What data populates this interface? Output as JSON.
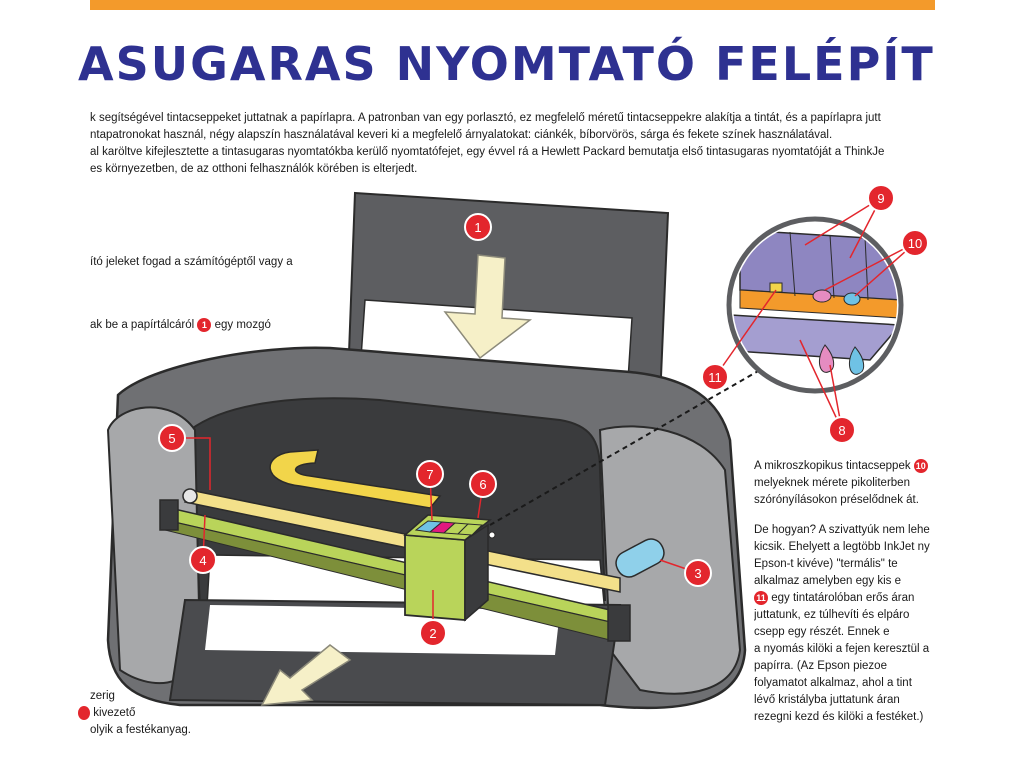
{
  "colors": {
    "accent_bar": "#f39a2b",
    "title": "#2e3191",
    "badge": "#e3262d",
    "printer_body": "#6f7073",
    "printer_light": "#a7a8aa",
    "paper": "#ffffff",
    "arrow": "#f6f0c8",
    "cartridge": "#b9d45a",
    "rail": "#f3e08a",
    "belt": "#f2d54a",
    "roller": "#8fd0ea",
    "ink_magenta": "#e58cc1",
    "ink_cyan": "#6fc2e5",
    "nozzle_purple": "#8e86c1"
  },
  "title": "ASUGARAS NYOMTATÓ FELÉPÍTÉSE",
  "intro_lines": [
    "k segítségével tintacseppeket juttatnak a papírlapra. A patronban van egy porlasztó, ez megfelelő méretű tintacseppekre alakítja a tintát, és a papírlapra jutt",
    "ntapatronokat használ, négy alapszín használatával keveri ki a megfelelő árnyalatokat: ciánkék, bíborvörös, sárga és fekete színek használatával.",
    "al karöltve kifejlesztette a tintasugaras nyomtatókba kerülő nyomtatófejet, egy évvel rá a Hewlett Packard bemutatja első tintasugaras nyomtatóját a ThinkJe",
    "es környezetben, de az otthoni felhasználók körében is elterjedt."
  ],
  "left_fragments": {
    "line1": "ító jeleket fogad a számítógéptől vagy a",
    "line2_before": "ak be a papírtálcáról",
    "line2_badge": "1",
    "line2_after": "egy mozgó",
    "bottom1": "zerig",
    "bottom2": "kivezető",
    "bottom3": "olyik a festékanyag."
  },
  "right_text_1": {
    "line1_before": "A mikroszkopikus tintacseppek",
    "line1_badge": "10",
    "line2": "melyeknek mérete pikoliterben",
    "line3": "szórónyílásokon préselődnek át."
  },
  "right_text_2": {
    "line1": "De hogyan? A szivattyúk nem lehe",
    "line2": "kicsik. Ehelyett a legtöbb InkJet ny",
    "line3": "Epson-t kivéve) \"termális\" te",
    "line4": "alkalmaz amelyben egy kis e",
    "line5_badge": "11",
    "line5_after": "egy tintatárolóban erős áran",
    "line6": "juttatunk, ez túlhevíti és elpáro",
    "line7": "csepp egy részét. Ennek e",
    "line8": "a nyomás kilöki a fejen keresztül a",
    "line9": "papírra. (Az Epson piezoe",
    "line10": "folyamatot alkalmaz, ahol a tint",
    "line11": "lévő kristályba juttatunk áran",
    "line12": "rezegni kezd és kilöki a festéket.)"
  },
  "callouts": [
    "1",
    "2",
    "3",
    "4",
    "5",
    "6",
    "7",
    "8",
    "9",
    "10",
    "11"
  ]
}
